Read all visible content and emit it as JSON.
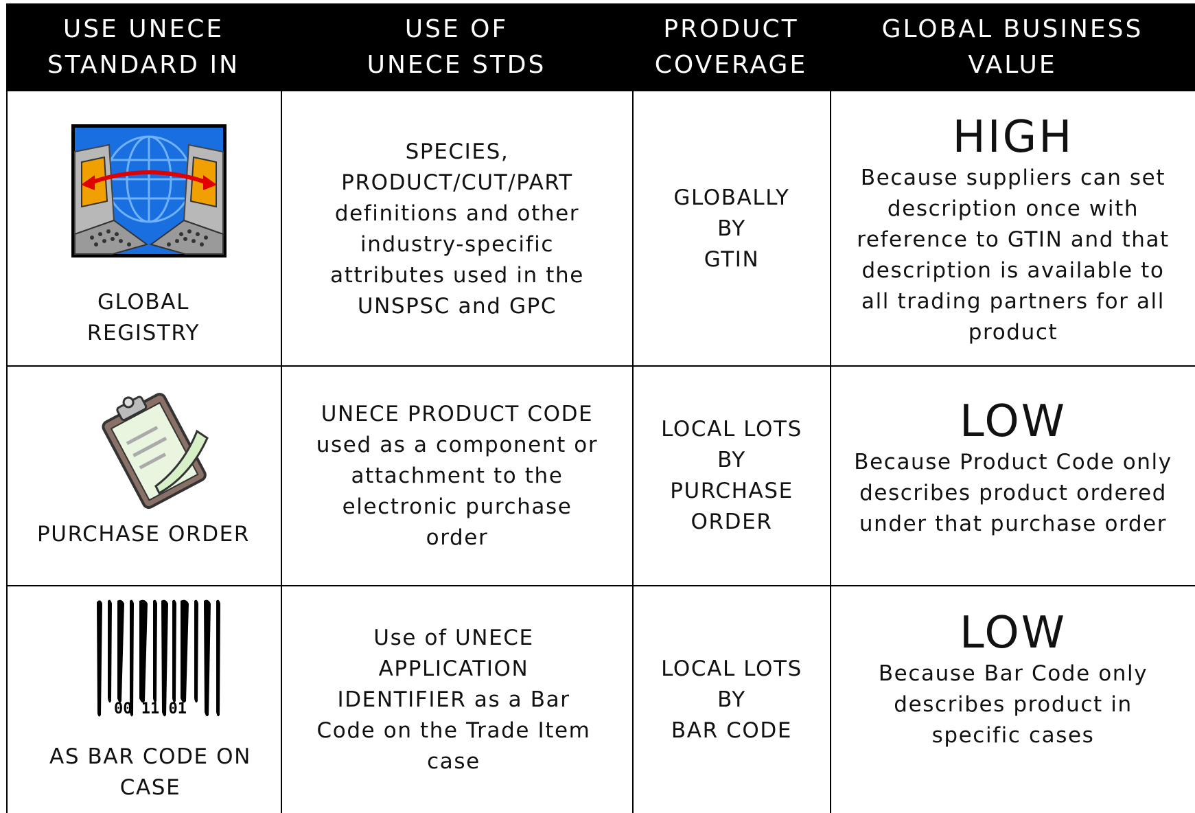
{
  "header": {
    "col1": [
      "USE UNECE",
      "STANDARD IN"
    ],
    "col2": [
      "USE OF",
      "UNECE STDS"
    ],
    "col3": [
      "PRODUCT",
      "COVERAGE"
    ],
    "col4": [
      "GLOBAL BUSINESS",
      "VALUE"
    ]
  },
  "rows": [
    {
      "icon": "global-registry-icon",
      "use_in": [
        "GLOBAL",
        "REGISTRY"
      ],
      "use_of": [
        "SPECIES,",
        "PRODUCT/CUT/PART",
        "definitions and other",
        "industry-specific",
        "attributes used in the",
        "UNSPSC and GPC"
      ],
      "coverage": [
        "GLOBALLY",
        "BY",
        "GTIN"
      ],
      "value_level": "HIGH",
      "value_text": [
        "Because suppliers can set",
        "description once with",
        "reference to GTIN and that",
        "description is available to",
        "all trading partners for all",
        "product"
      ]
    },
    {
      "icon": "clipboard-icon",
      "use_in": [
        "PURCHASE ORDER"
      ],
      "use_of": [
        "UNECE PRODUCT CODE",
        "used as a component or",
        "attachment to the",
        "electronic purchase",
        "order"
      ],
      "coverage": [
        "LOCAL LOTS",
        "BY",
        "PURCHASE",
        "ORDER"
      ],
      "value_level": "LOW",
      "value_text": [
        "Because Product Code only",
        "describes product ordered",
        "under that purchase order"
      ]
    },
    {
      "icon": "barcode-icon",
      "barcode_digits": "00 11 01",
      "use_in": [
        "AS BAR CODE ON",
        "CASE"
      ],
      "use_of": [
        "Use of UNECE",
        "APPLICATION",
        "IDENTIFIER as a Bar",
        "Code on the Trade Item",
        "case"
      ],
      "coverage": [
        "LOCAL LOTS",
        "BY",
        "BAR CODE"
      ],
      "value_level": "LOW",
      "value_text": [
        "Because Bar Code only",
        "describes product in",
        "specific cases"
      ]
    }
  ],
  "colors": {
    "header_bg": "#000000",
    "header_text": "#ffffff",
    "screen_blue": "#1a6fe0",
    "panel_orange": "#f0a000",
    "arrow_red": "#e00000"
  }
}
